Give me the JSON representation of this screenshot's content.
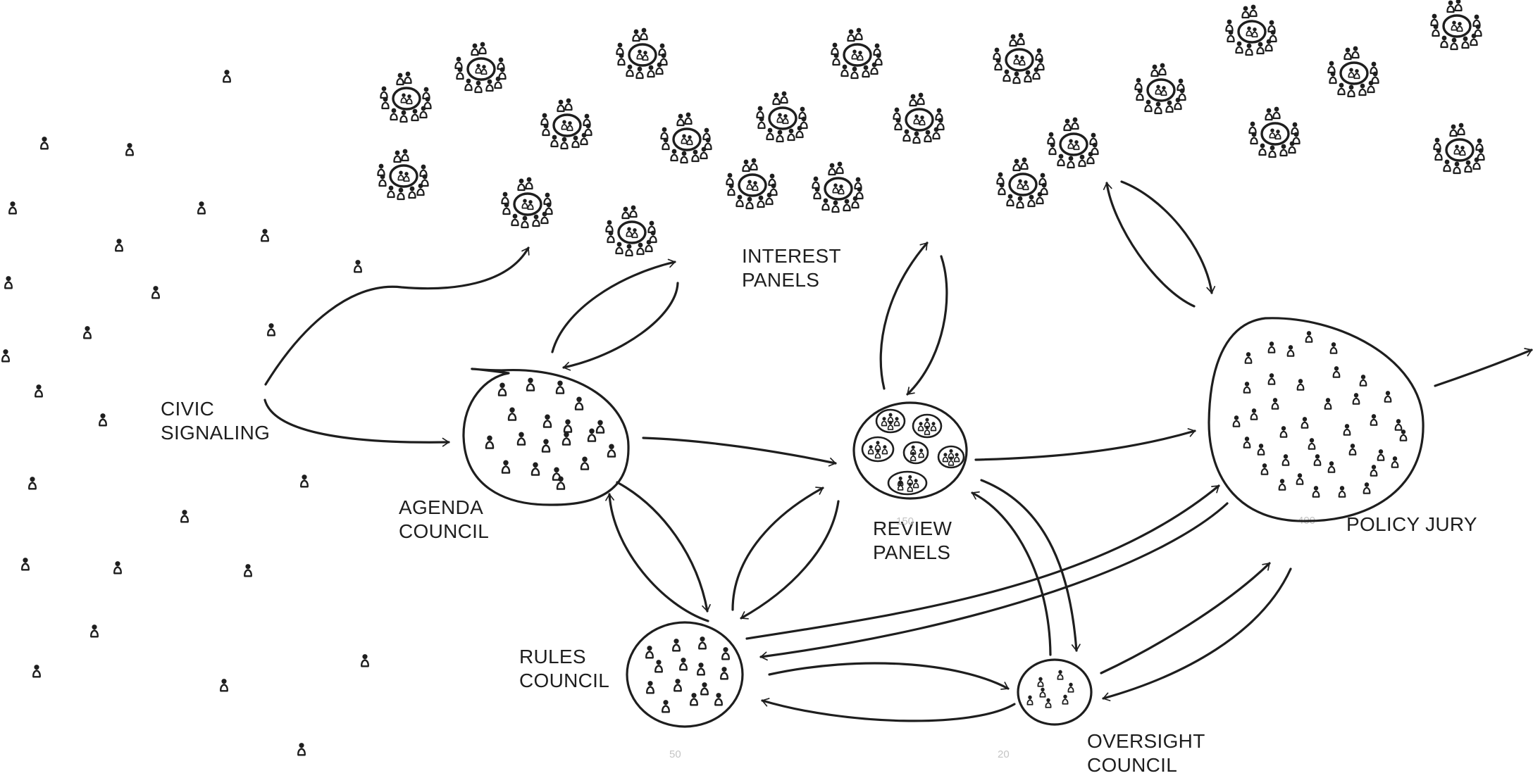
{
  "labels": {
    "civic_signaling": [
      "CIVIC",
      "SIGNALING"
    ],
    "interest_panels": [
      "INTEREST",
      "PANELS"
    ],
    "agenda_council": [
      "AGENDA",
      "COUNCIL"
    ],
    "review_panels": [
      "REVIEW",
      "PANELS"
    ],
    "policy_jury": [
      "POLICY JURY"
    ],
    "rules_council": [
      "RULES",
      "COUNCIL"
    ],
    "oversight_council": [
      "OVERSIGHT",
      "COUNCIL"
    ]
  },
  "counts": {
    "review_panels": "150",
    "policy_jury": "400",
    "rules_council": "50",
    "oversight_council": "20"
  },
  "colors": {
    "ink": "#1e1e1e",
    "faint": "#c4c4c4",
    "background": "#ffffff"
  }
}
